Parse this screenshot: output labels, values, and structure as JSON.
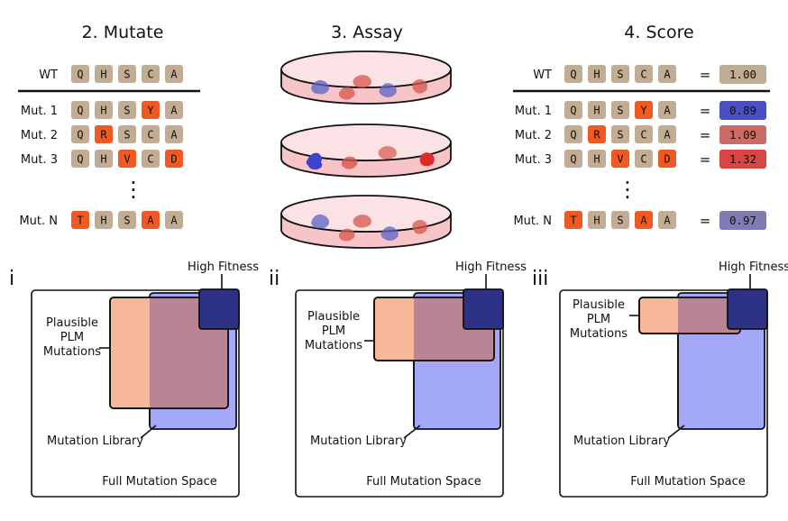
{
  "panels": {
    "mutate": {
      "title": "2. Mutate"
    },
    "assay": {
      "title": "3. Assay"
    },
    "score": {
      "title": "4. Score"
    }
  },
  "sequences": [
    {
      "label": "WT",
      "residues": [
        "Q",
        "H",
        "S",
        "C",
        "A"
      ],
      "mutated": [
        false,
        false,
        false,
        false,
        false
      ],
      "score": "1.00",
      "score_color": "#c2ad94"
    },
    {
      "label": "Mut. 1",
      "residues": [
        "Q",
        "H",
        "S",
        "Y",
        "A"
      ],
      "mutated": [
        false,
        false,
        false,
        true,
        false
      ],
      "score": "0.89",
      "score_color": "#4a4fc6"
    },
    {
      "label": "Mut. 2",
      "residues": [
        "Q",
        "R",
        "S",
        "C",
        "A"
      ],
      "mutated": [
        false,
        true,
        false,
        false,
        false
      ],
      "score": "1.09",
      "score_color": "#cb6c66"
    },
    {
      "label": "Mut. 3",
      "residues": [
        "Q",
        "H",
        "V",
        "C",
        "D"
      ],
      "mutated": [
        false,
        false,
        true,
        false,
        true
      ],
      "score": "1.32",
      "score_color": "#d84544"
    },
    {
      "label": "Mut. N",
      "residues": [
        "T",
        "H",
        "S",
        "A",
        "A"
      ],
      "mutated": [
        true,
        false,
        false,
        true,
        false
      ],
      "score": "0.97",
      "score_color": "#7f7bb4"
    }
  ],
  "equals": "=",
  "ellipsis": "⋮",
  "colors": {
    "residue_wt": "#c2ad94",
    "residue_mut": "#f05a22",
    "dish_fill": "#f7c4c8",
    "blob_blue": "#5b63c4",
    "blob_red": "#d65549",
    "plm": "#f6b898",
    "library": "#a3a9f8",
    "fitness": "#2e3285",
    "overlap": "#b98595"
  },
  "venn": [
    {
      "numeral": "i",
      "high_fitness": "High Fitness",
      "plm_lines": [
        "Plausible",
        "PLM",
        "Mutations"
      ],
      "library": "Mutation Library",
      "space": "Full Mutation Space"
    },
    {
      "numeral": "ii",
      "high_fitness": "High Fitness",
      "plm_lines": [
        "Plausible",
        "PLM",
        "Mutations"
      ],
      "library": "Mutation Library",
      "space": "Full Mutation Space"
    },
    {
      "numeral": "iii",
      "high_fitness": "High Fitness",
      "plm_lines": [
        "Plausible",
        "PLM",
        "Mutations"
      ],
      "library": "Mutation Library",
      "space": "Full Mutation Space"
    }
  ]
}
